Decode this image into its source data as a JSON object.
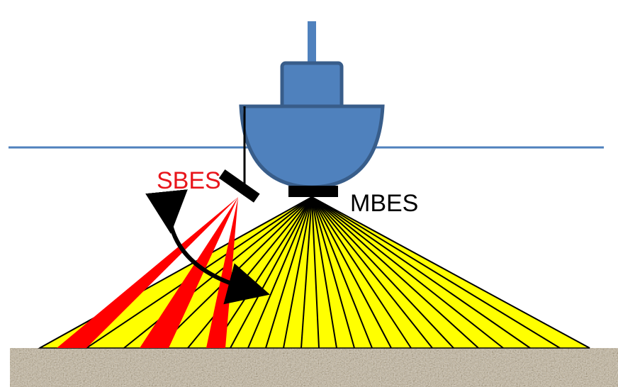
{
  "labels": {
    "sbes": "SBES",
    "mbes": "MBES"
  },
  "colors": {
    "hull": "#4F81BD",
    "hull_outline": "#385D8A",
    "water_line": "#4F81BD",
    "mbes_fan": "#FFFF00",
    "sbes_beam": "#FF0000",
    "transducer": "#000000",
    "sbes_label": "#E8151B",
    "mbes_label": "#000000",
    "seabed_base": "#A59A86"
  },
  "icons": [
    "boat-hull",
    "mbes-transducer",
    "sbes-transducer",
    "rotation-arrow"
  ]
}
